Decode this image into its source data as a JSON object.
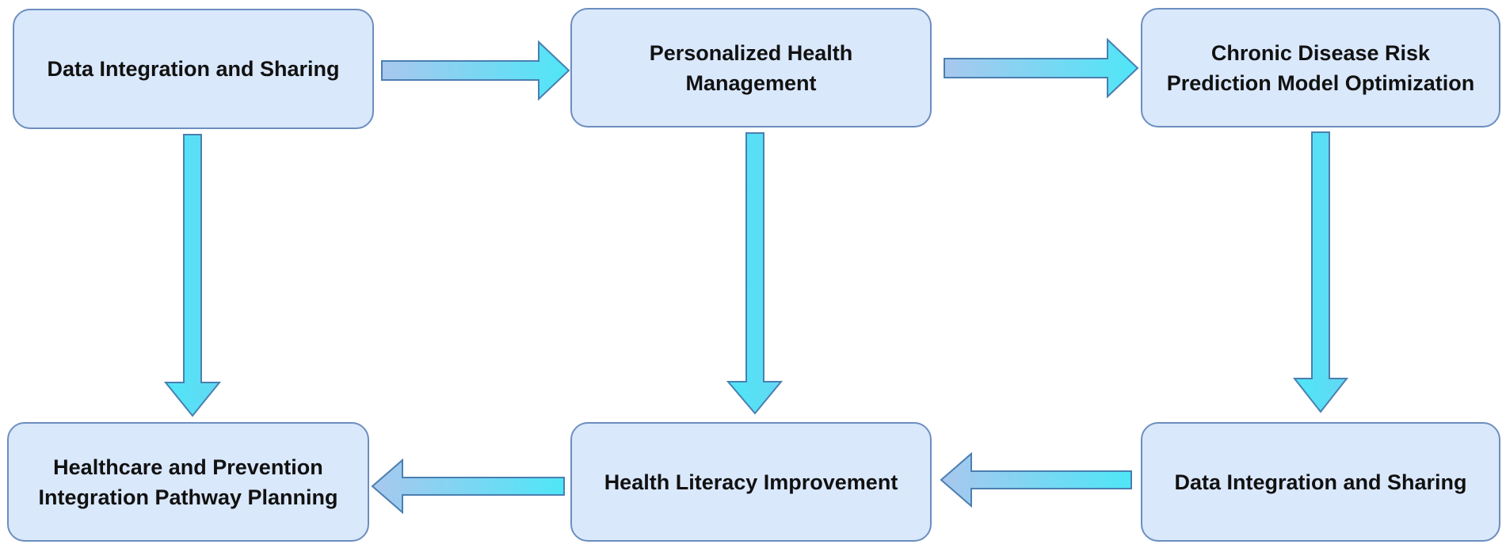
{
  "diagram": {
    "nodes": [
      {
        "id": "node-1",
        "label": "Data Integration and Sharing"
      },
      {
        "id": "node-2",
        "label": "Personalized Health\nManagement"
      },
      {
        "id": "node-3",
        "label": "Chronic Disease Risk\nPrediction Model Optimization"
      },
      {
        "id": "node-4",
        "label": "Healthcare and Prevention\nIntegration Pathway Planning"
      },
      {
        "id": "node-5",
        "label": "Health Literacy Improvement"
      },
      {
        "id": "node-6",
        "label": "Data Integration and Sharing"
      }
    ],
    "edges": [
      {
        "from": "node-1",
        "to": "node-2",
        "direction": "right"
      },
      {
        "from": "node-2",
        "to": "node-3",
        "direction": "right"
      },
      {
        "from": "node-1",
        "to": "node-4",
        "direction": "down"
      },
      {
        "from": "node-2",
        "to": "node-5",
        "direction": "down"
      },
      {
        "from": "node-3",
        "to": "node-6",
        "direction": "down"
      },
      {
        "from": "node-6",
        "to": "node-5",
        "direction": "left"
      },
      {
        "from": "node-5",
        "to": "node-4",
        "direction": "left"
      }
    ],
    "colors": {
      "node_fill": "#dae8fc",
      "node_border": "#6c8ebf",
      "arrow_fill_light": "#4ee6f7",
      "arrow_fill_dark": "#a9c7ee",
      "arrow_stroke": "#4a7fb0"
    }
  }
}
